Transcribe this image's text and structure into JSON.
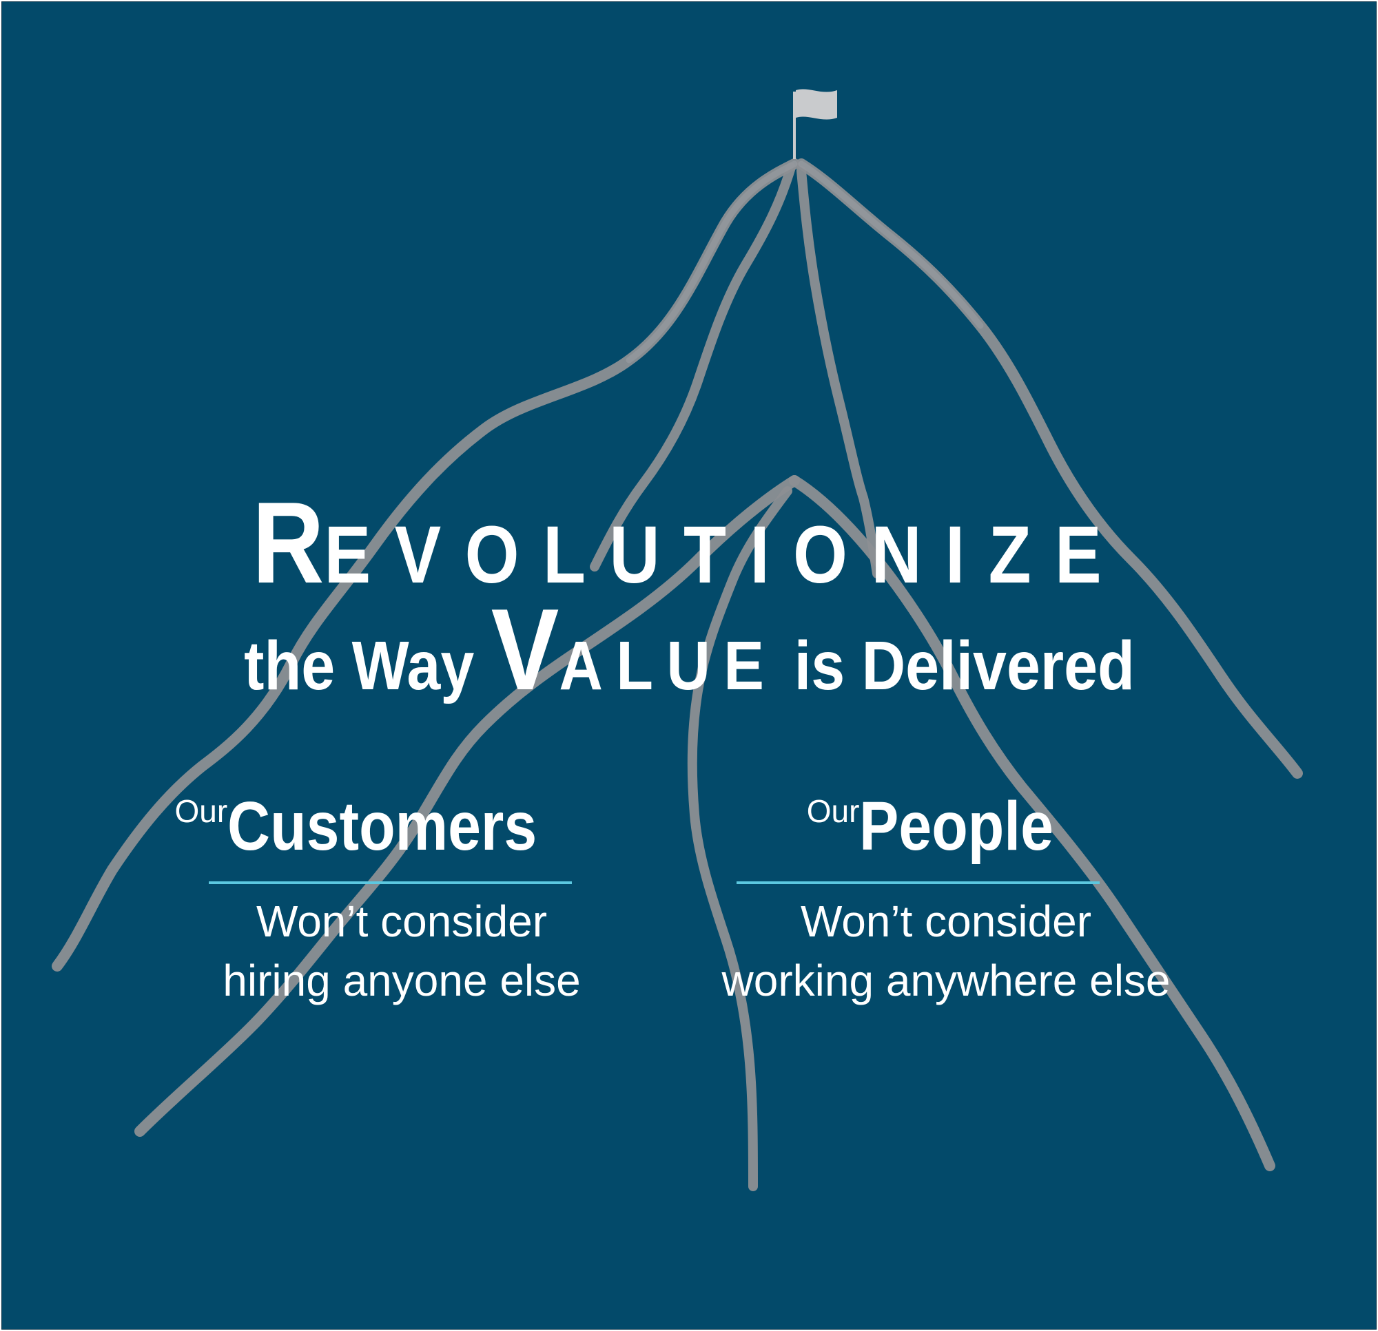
{
  "headline": {
    "line1_first": "R",
    "line1_rest": "EVOLUTIONIZE",
    "line2_pre": "the Way",
    "line2_value_first": "V",
    "line2_value_rest": "ALUE",
    "line2_post": "is Delivered"
  },
  "columns": [
    {
      "prefix": "Our",
      "title": "Customers",
      "description_line1": "Won’t consider",
      "description_line2": "hiring anyone else"
    },
    {
      "prefix": "Our",
      "title": "People",
      "description_line1": "Won’t consider",
      "description_line2": "working anywhere else"
    }
  ],
  "colors": {
    "background": "#034a6a",
    "trail": "#8c8f93",
    "flag": "#c9cbcd",
    "rule": "#5cc8e0",
    "text": "#ffffff"
  },
  "icons": [
    "flag-icon",
    "mountain-trails-illustration"
  ]
}
